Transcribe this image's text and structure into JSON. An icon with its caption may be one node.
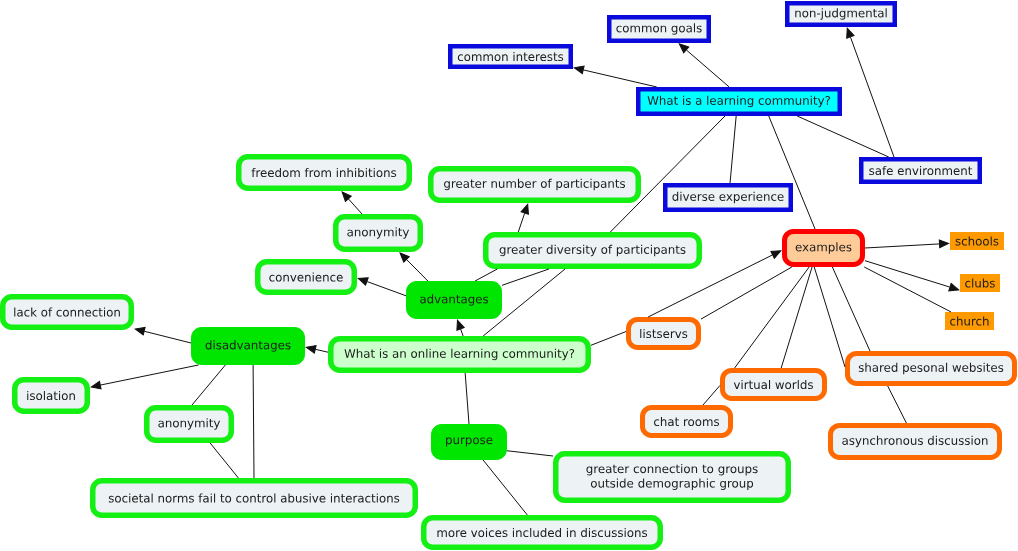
{
  "diagram": {
    "nodes": [
      {
        "text": [
          "non-judgmental"
        ]
      },
      {
        "text": [
          "common goals"
        ]
      },
      {
        "text": [
          "common interests"
        ]
      },
      {
        "text": [
          "What is a learning community?"
        ]
      },
      {
        "text": [
          "safe environment"
        ]
      },
      {
        "text": [
          "diverse experience"
        ]
      },
      {
        "text": [
          "freedom from inhibitions"
        ]
      },
      {
        "text": [
          "greater number of participants"
        ]
      },
      {
        "text": [
          "anonymity"
        ]
      },
      {
        "text": [
          "greater diversity of participants"
        ]
      },
      {
        "text": [
          "examples"
        ]
      },
      {
        "text": [
          "schools"
        ]
      },
      {
        "text": [
          "convenience"
        ]
      },
      {
        "text": [
          "clubs"
        ]
      },
      {
        "text": [
          "advantages"
        ]
      },
      {
        "text": [
          "church"
        ]
      },
      {
        "text": [
          "lack of connection"
        ]
      },
      {
        "text": [
          "disadvantages"
        ]
      },
      {
        "text": [
          "What is an online learning community?"
        ]
      },
      {
        "text": [
          "listservs"
        ]
      },
      {
        "text": [
          "shared pesonal websites"
        ]
      },
      {
        "text": [
          "isolation"
        ]
      },
      {
        "text": [
          "virtual worlds"
        ]
      },
      {
        "text": [
          "anonymity"
        ]
      },
      {
        "text": [
          "chat rooms"
        ]
      },
      {
        "text": [
          "asynchronous discussion"
        ]
      },
      {
        "text": [
          "purpose"
        ]
      },
      {
        "text": [
          "greater connection to groups outside demographic group"
        ]
      },
      {
        "text": [
          "societal norms fail to control abusive interactions"
        ]
      },
      {
        "text": [
          "more voices included in discussions"
        ]
      }
    ],
    "edges": [
      {
        "from": 3,
        "to": 2,
        "arrow": "to"
      },
      {
        "from": 3,
        "to": 1,
        "arrow": "to"
      },
      {
        "from": 4,
        "to": 0,
        "arrow": "to"
      },
      {
        "from": 3,
        "to": 4,
        "arrow": "none"
      },
      {
        "from": 3,
        "to": 5,
        "arrow": "none"
      },
      {
        "from": 3,
        "to": 9,
        "arrow": "none"
      },
      {
        "from": 3,
        "to": 10,
        "arrow": "none"
      },
      {
        "from": 9,
        "to": 7,
        "arrow": "to"
      },
      {
        "from": 14,
        "to": 9,
        "arrow": "none"
      },
      {
        "from": 14,
        "to": 9,
        "arrow": "none"
      },
      {
        "from": 14,
        "to": 8,
        "arrow": "to"
      },
      {
        "from": 8,
        "to": 6,
        "arrow": "to"
      },
      {
        "from": 14,
        "to": 12,
        "arrow": "to"
      },
      {
        "from": 18,
        "to": 14,
        "arrow": "to"
      },
      {
        "from": 18,
        "to": 9,
        "arrow": "none"
      },
      {
        "from": 18,
        "to": 17,
        "arrow": "to"
      },
      {
        "from": 17,
        "to": 16,
        "arrow": "to"
      },
      {
        "from": 17,
        "to": 21,
        "arrow": "to"
      },
      {
        "from": 17,
        "to": 23,
        "arrow": "none"
      },
      {
        "from": 17,
        "to": 28,
        "arrow": "none"
      },
      {
        "from": 23,
        "to": 28,
        "arrow": "none"
      },
      {
        "from": 18,
        "to": 26,
        "arrow": "none"
      },
      {
        "from": 26,
        "to": 27,
        "arrow": "none"
      },
      {
        "from": 26,
        "to": 29,
        "arrow": "none"
      },
      {
        "from": 18,
        "to": 19,
        "arrow": "none"
      },
      {
        "from": 19,
        "to": 10,
        "arrow": "to"
      },
      {
        "from": 19,
        "to": 10,
        "arrow": "none"
      },
      {
        "from": 10,
        "to": 11,
        "arrow": "to"
      },
      {
        "from": 10,
        "to": 13,
        "arrow": "to"
      },
      {
        "from": 10,
        "to": 15,
        "arrow": "none"
      },
      {
        "from": 10,
        "to": 20,
        "arrow": "none"
      },
      {
        "from": 10,
        "to": 20,
        "arrow": "none"
      },
      {
        "from": 20,
        "to": 25,
        "arrow": "none"
      },
      {
        "from": 10,
        "to": 22,
        "arrow": "none"
      },
      {
        "from": 10,
        "to": 22,
        "arrow": "none"
      },
      {
        "from": 22,
        "to": 24,
        "arrow": "none"
      }
    ]
  }
}
